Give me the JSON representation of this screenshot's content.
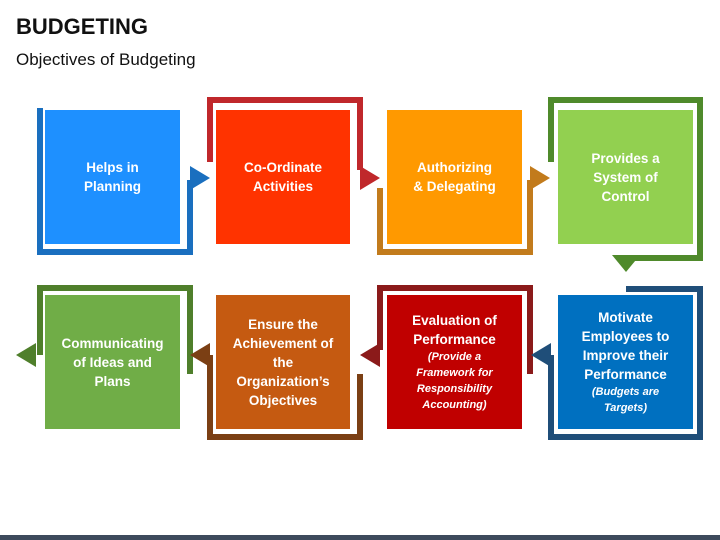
{
  "header": {
    "title": "BUDGETING",
    "subtitle": "Objectives of Budgeting"
  },
  "steps": [
    {
      "text": "Helps in\nPlanning",
      "sub": "",
      "color": "#1e90ff",
      "frame": "#1a6fbf"
    },
    {
      "text": "Co-Ordinate\nActivities",
      "sub": "",
      "color": "#ff3300",
      "frame": "#c0282b"
    },
    {
      "text": "Authorizing\n& Delegating",
      "sub": "",
      "color": "#ff9900",
      "frame": "#c27b1c"
    },
    {
      "text": "Provides a\nSystem of\nControl",
      "sub": "",
      "color": "#92d050",
      "frame": "#4f8a2b"
    },
    {
      "text": "Motivate\nEmployees to\nImprove their\nPerformance",
      "sub": "(Budgets are\nTargets)",
      "color": "#0070c0",
      "frame": "#1f4e79"
    },
    {
      "text": "Evaluation of\nPerformance",
      "sub": "(Provide a\nFramework for\nResponsibility\nAccounting)",
      "color": "#c00000",
      "frame": "#8b1a1a"
    },
    {
      "text": "Ensure the\nAchievement of\nthe\nOrganization’s\nObjectives",
      "sub": "",
      "color": "#c55a11",
      "frame": "#7b3f14"
    },
    {
      "text": "Communicating\nof Ideas and\nPlans",
      "sub": "",
      "color": "#70ad47",
      "frame": "#4f7f2b"
    }
  ]
}
